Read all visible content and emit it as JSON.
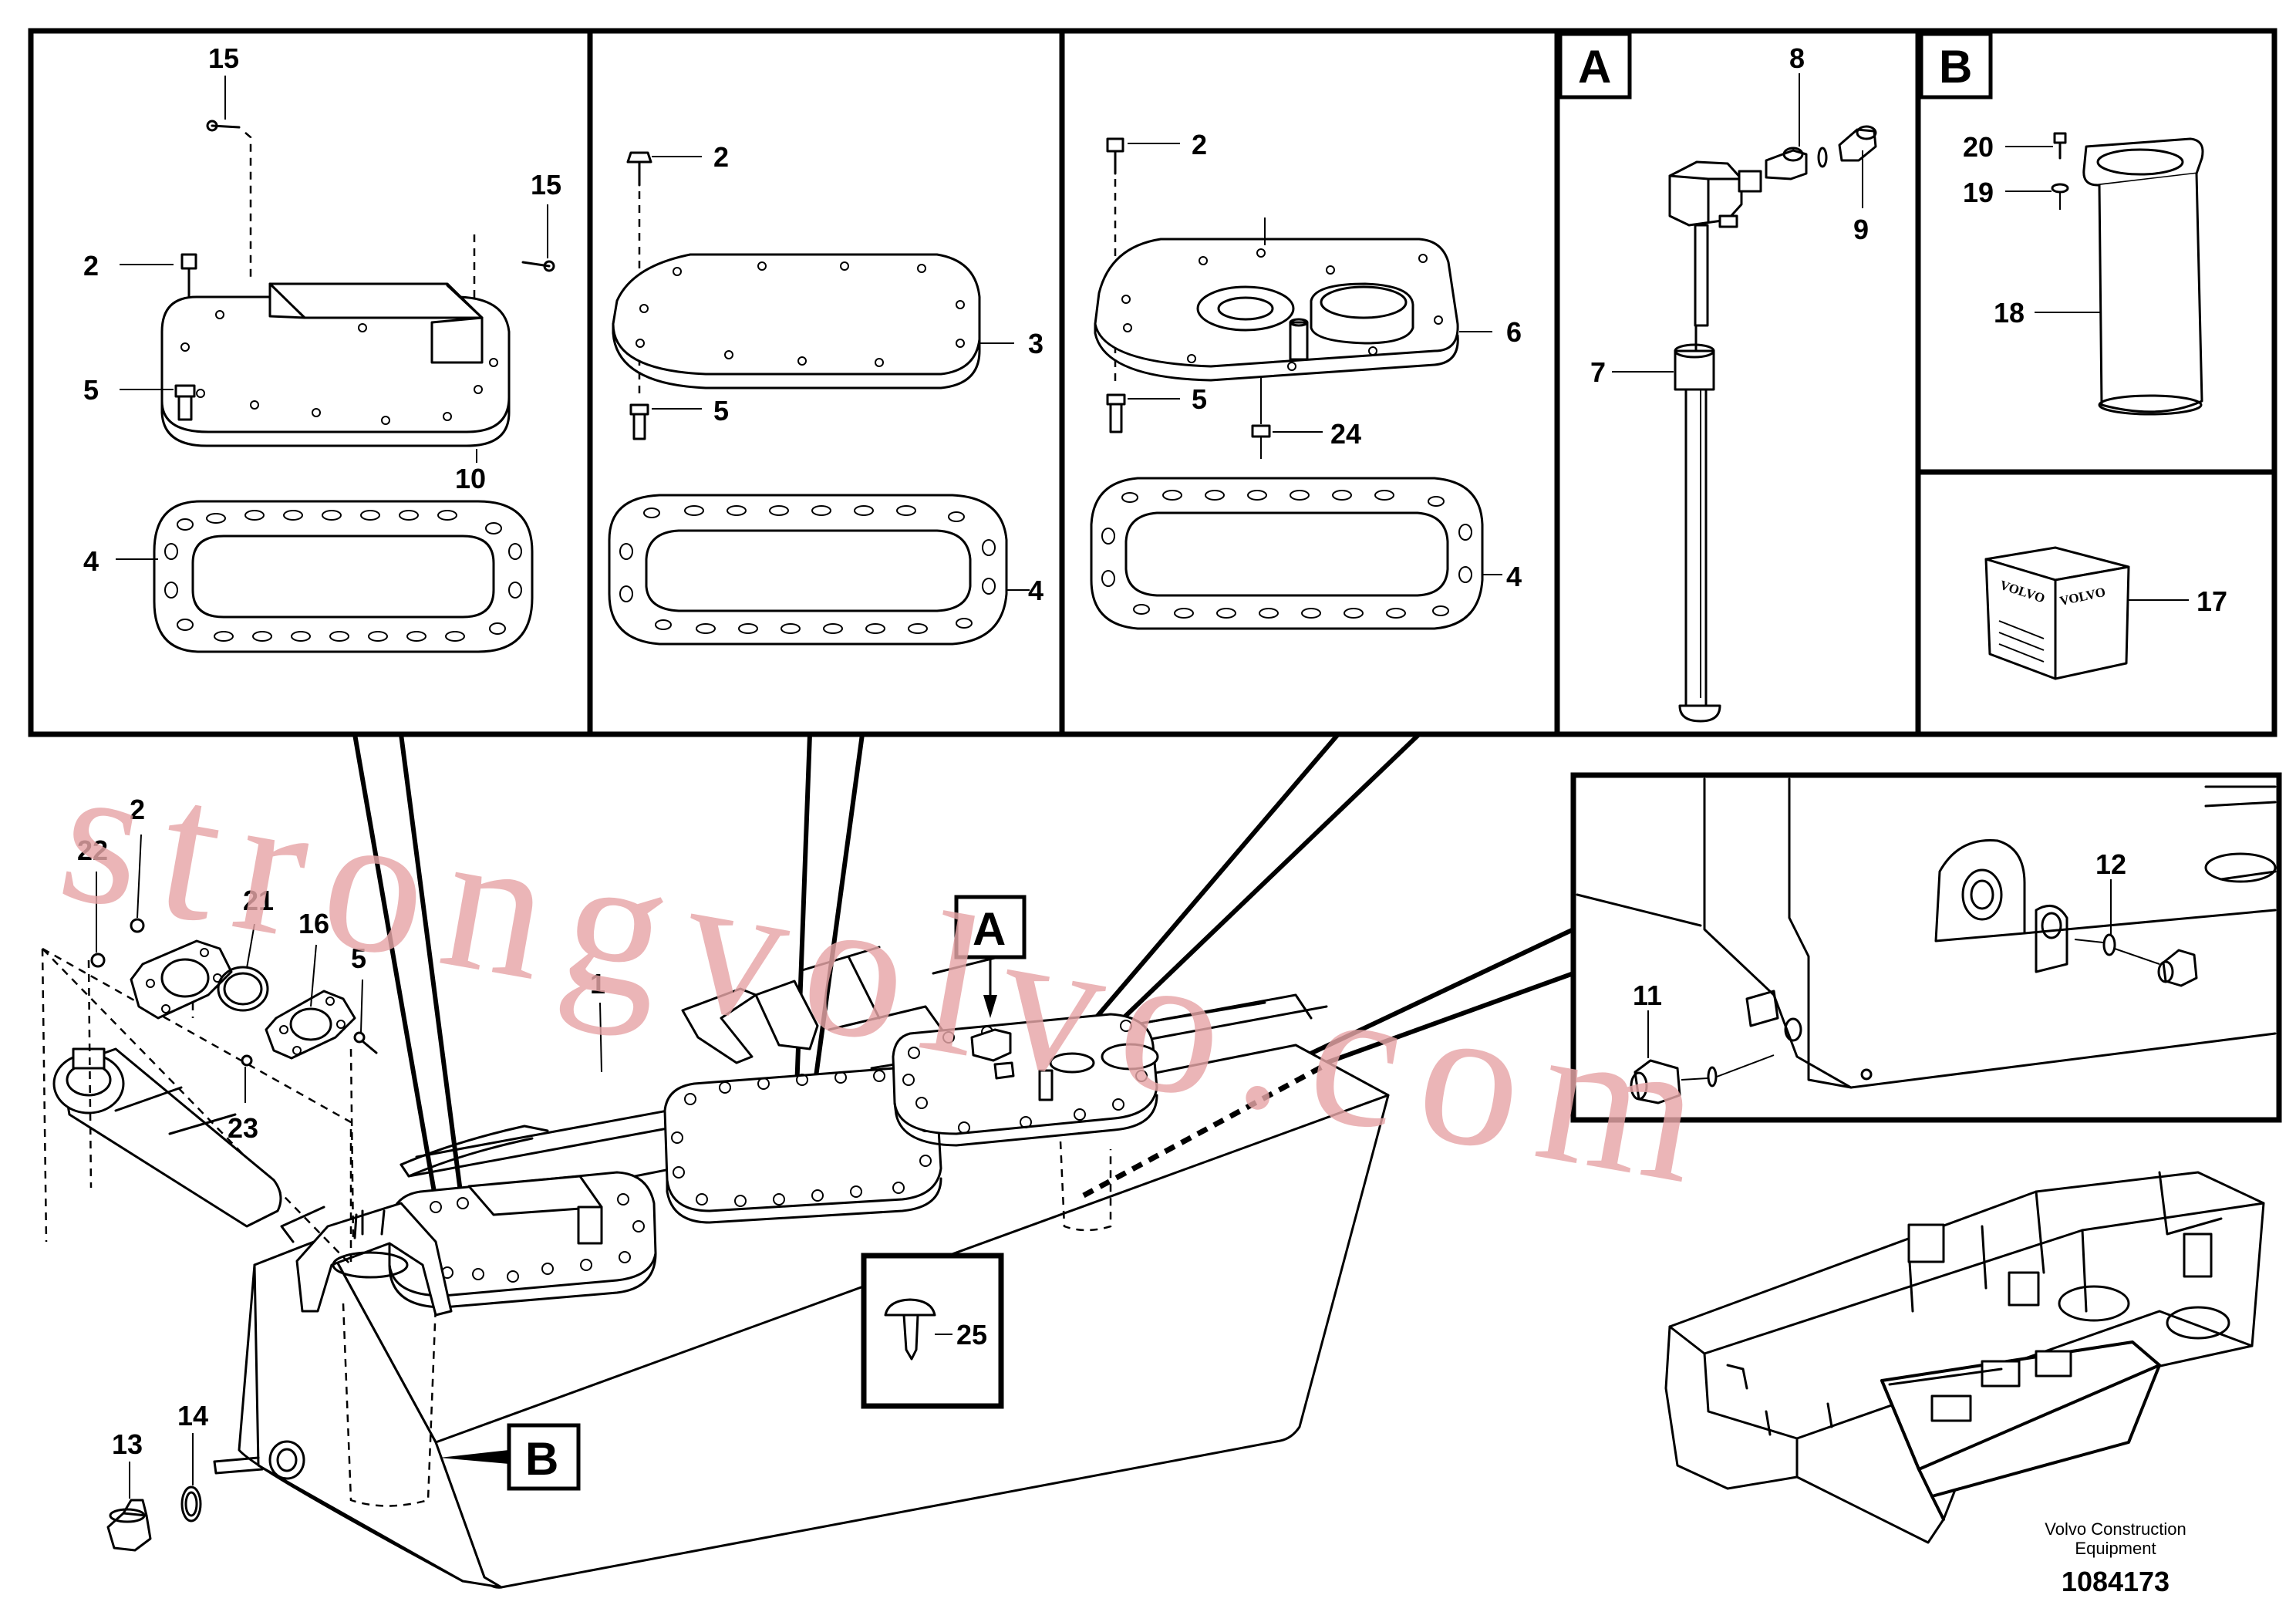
{
  "diagram": {
    "callouts": {
      "p1_15a": "15",
      "p1_15b": "15",
      "p1_2": "2",
      "p1_5": "5",
      "p1_10": "10",
      "p1_4": "4",
      "p2_2": "2",
      "p2_3": "3",
      "p2_5": "5",
      "p2_4": "4",
      "p3_2": "2",
      "p3_6": "6",
      "p3_5": "5",
      "p3_24": "24",
      "p3_4": "4",
      "pa_8": "8",
      "pa_9": "9",
      "pa_7": "7",
      "pb_20": "20",
      "pb_19": "19",
      "pb_18": "18",
      "p17": "17",
      "pd_12": "12",
      "pd_11": "11",
      "m_2": "2",
      "m_22": "22",
      "m_21": "21",
      "m_16": "16",
      "m_5": "5",
      "m_23": "23",
      "m_1": "1",
      "m_25": "25",
      "m_13": "13",
      "m_14": "14"
    },
    "view_letters": {
      "a_panel": "A",
      "b_panel": "B",
      "a_main": "A",
      "b_main": "B"
    },
    "cube_brand": "VOLVO",
    "watermark": "strongvolvo.com",
    "publisher_line1": "Volvo Construction",
    "publisher_line2": "Equipment",
    "document_number": "1084173"
  }
}
